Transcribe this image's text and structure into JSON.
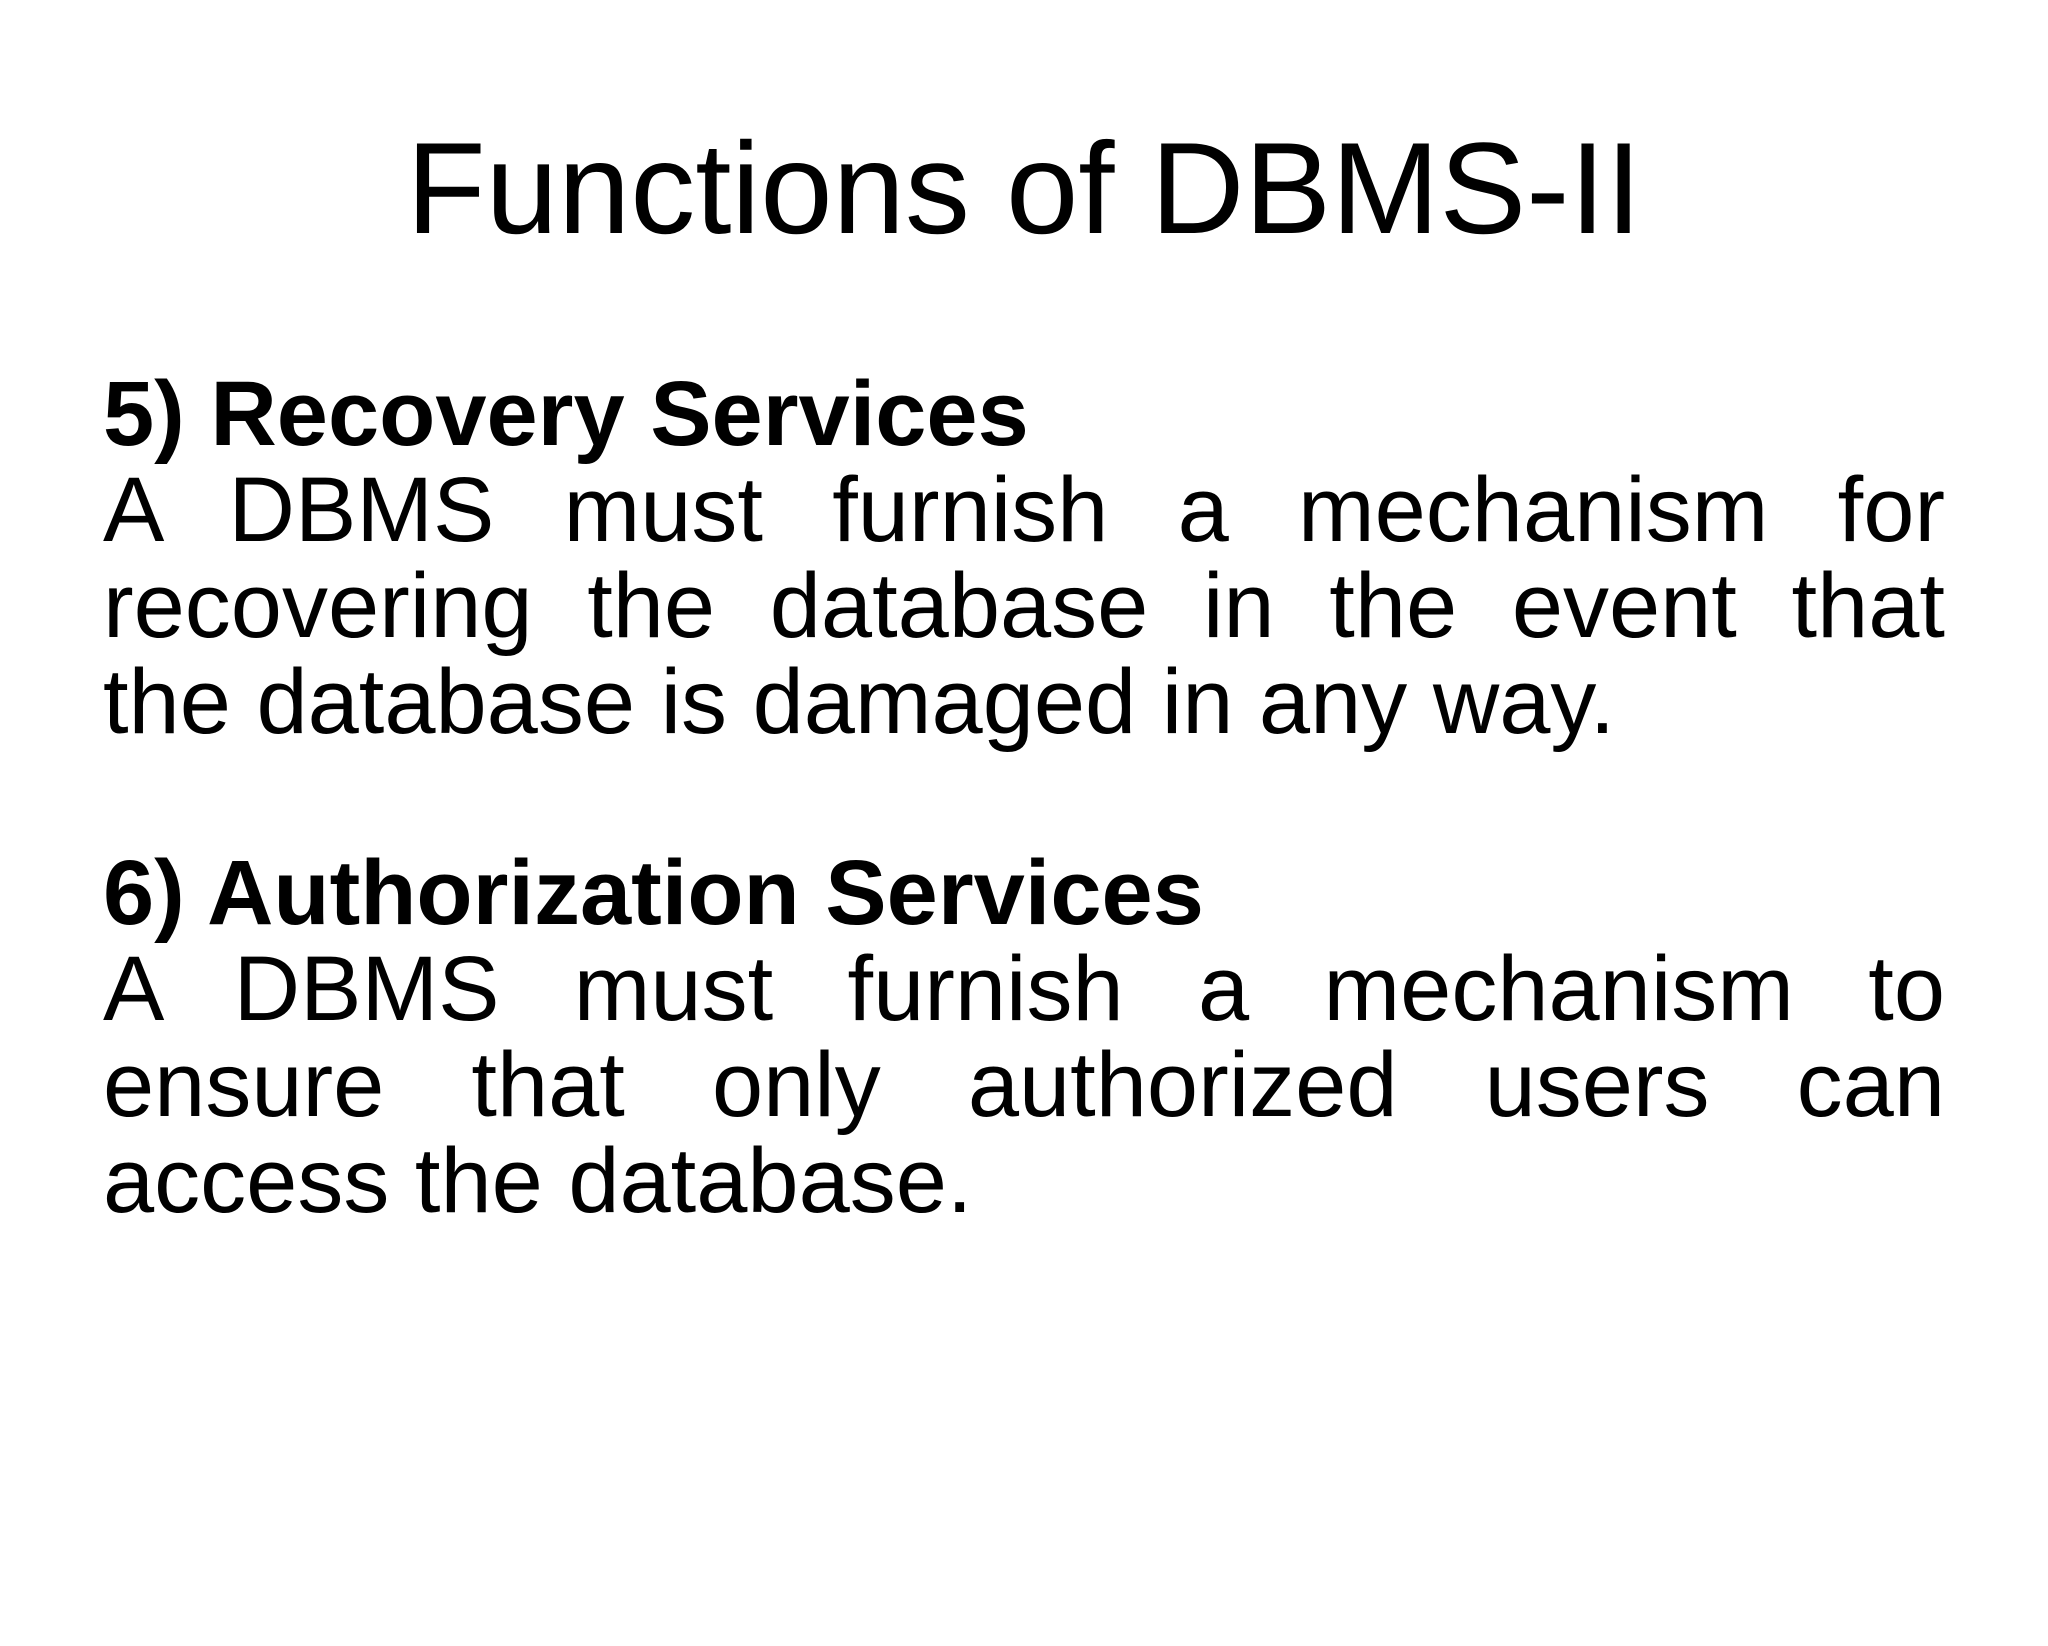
{
  "slide": {
    "background_color": "#ffffff",
    "text_color": "#000000",
    "title": "Functions of DBMS-II",
    "sections": [
      {
        "heading": "5) Recovery Services",
        "lines": [
          "A DBMS must furnish a mechanism for",
          "recovering the database in the event that",
          "the database is damaged in any way."
        ]
      },
      {
        "heading": "6) Authorization Services",
        "lines": [
          "A DBMS must furnish a mechanism to",
          "ensure that only authorized users can",
          "access the database."
        ]
      }
    ]
  }
}
